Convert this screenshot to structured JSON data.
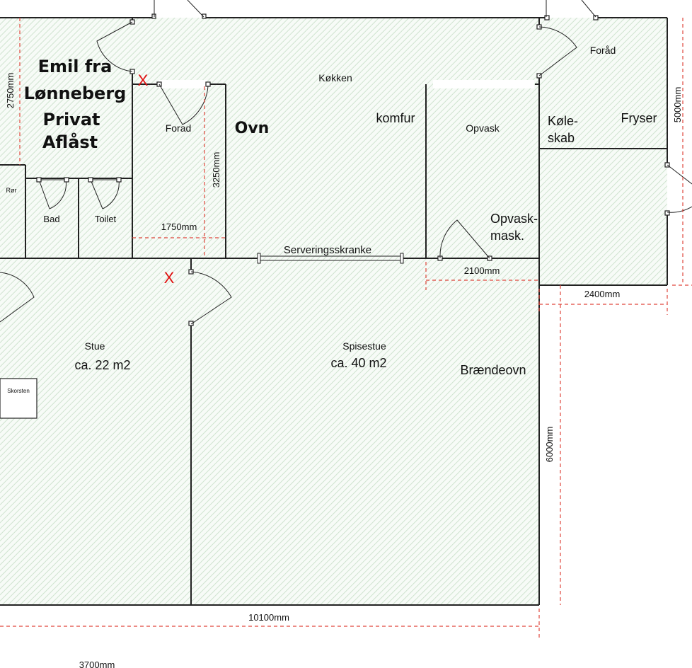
{
  "rooms": {
    "kokken": "Køkken",
    "forad_right": "Foråd",
    "forad_left": "Forad",
    "opvask": "Opvask",
    "ror": "Rør",
    "bad": "Bad",
    "toilet": "Toilet",
    "stue": "Stue",
    "stue_area": "ca. 22 m2",
    "spisestue": "Spisestue",
    "spisestue_area": "ca. 40 m2",
    "skorsten": "Skorsten"
  },
  "annotations": {
    "emil_line1": "Emil fra",
    "emil_line2": "Lønneberg",
    "emil_line3": "Privat",
    "emil_line4": "Aflåst",
    "ovn": "Ovn",
    "komfur": "komfur",
    "kole1": "Køle-",
    "kole2": "skab",
    "fryser": "Fryser",
    "opvaskmask1": "Opvask-",
    "opvaskmask2": "mask.",
    "serveringsskranke": "Serveringsskranke",
    "braendeovn": "Brændeovn",
    "x_mark": "X"
  },
  "dimensions": {
    "d2750": "2750mm",
    "d3250": "3250mm",
    "d1750": "1750mm",
    "d2100": "2100mm",
    "d2400": "2400mm",
    "d5000": "5000mm",
    "d6000": "6000mm",
    "d10100": "10100mm",
    "d3700": "3700mm"
  },
  "colors": {
    "hatch": "#cfe3cf",
    "wall": "#222222",
    "dimension": "#e0463c",
    "x_mark": "#e01010"
  }
}
